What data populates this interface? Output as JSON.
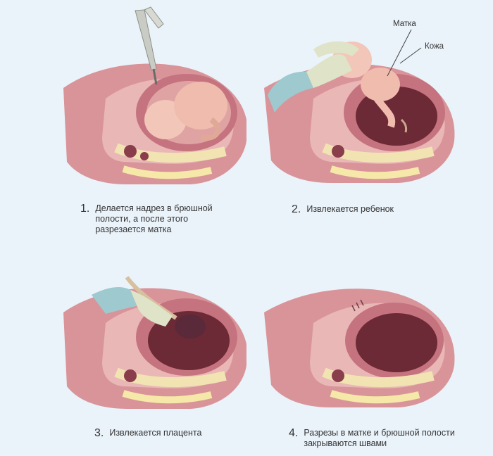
{
  "steps": [
    {
      "number": "1.",
      "caption": "Делается надрез в брюшной полости, а после этого разрезается матка"
    },
    {
      "number": "2.",
      "caption": "Извлекается ребенок"
    },
    {
      "number": "3.",
      "caption": "Извлекается плацента"
    },
    {
      "number": "4.",
      "caption": "Разрезы в матке и брюшной полости закрываются швами"
    }
  ],
  "labels": {
    "uterus": "Матка",
    "skin": "Кожа"
  },
  "colors": {
    "background": "#eaf3fa",
    "body": "#d9949a",
    "body_dark": "#b76f78",
    "uterus_wall": "#c5737f",
    "uterus_cavity": "#6b2a35",
    "bone": "#f2e3b3",
    "fat": "#f6e8a8",
    "baby": "#f2c6b8",
    "glove": "#dfe3c7",
    "sleeve": "#9ec9cf",
    "instrument": "#c9ccc4"
  }
}
